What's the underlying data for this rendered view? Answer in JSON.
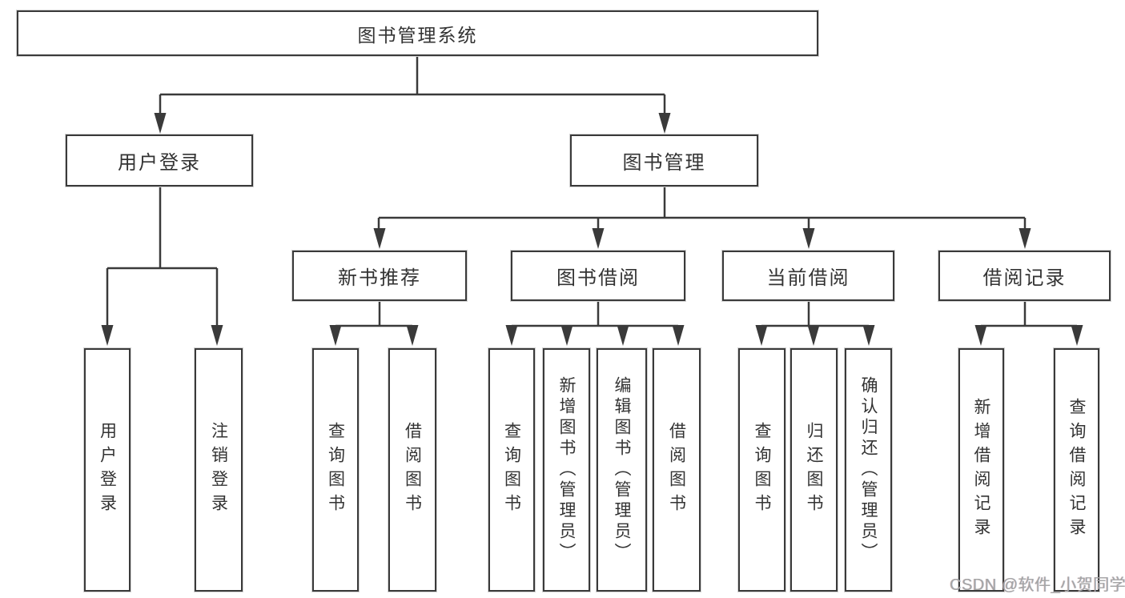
{
  "diagram": {
    "nodes": {
      "root": "图书管理系统",
      "l1_user": "用户登录",
      "l1_book": "图书管理",
      "l2_new": "新书推荐",
      "l2_borrow": "图书借阅",
      "l2_current": "当前借阅",
      "l2_history": "借阅记录",
      "leaf_user_login": "用户登录",
      "leaf_user_logout": "注销登录",
      "leaf_new_query": "查询图书",
      "leaf_new_borrow": "借阅图书",
      "leaf_borrow_query": "查询图书",
      "leaf_borrow_add": "新增图书（管理员）",
      "leaf_borrow_edit": "编辑图书（管理员）",
      "leaf_borrow_lend": "借阅图书",
      "leaf_current_query": "查询图书",
      "leaf_current_return": "归还图书",
      "leaf_current_confirm": "确认归还（管理员）",
      "leaf_history_add": "新增借阅记录",
      "leaf_history_query": "查询借阅记录"
    },
    "colors": {
      "line": "#3a3a3a",
      "text": "#333333",
      "watermark": "#a5a5a5"
    },
    "watermark": "CSDN @软件_小贺同学"
  }
}
